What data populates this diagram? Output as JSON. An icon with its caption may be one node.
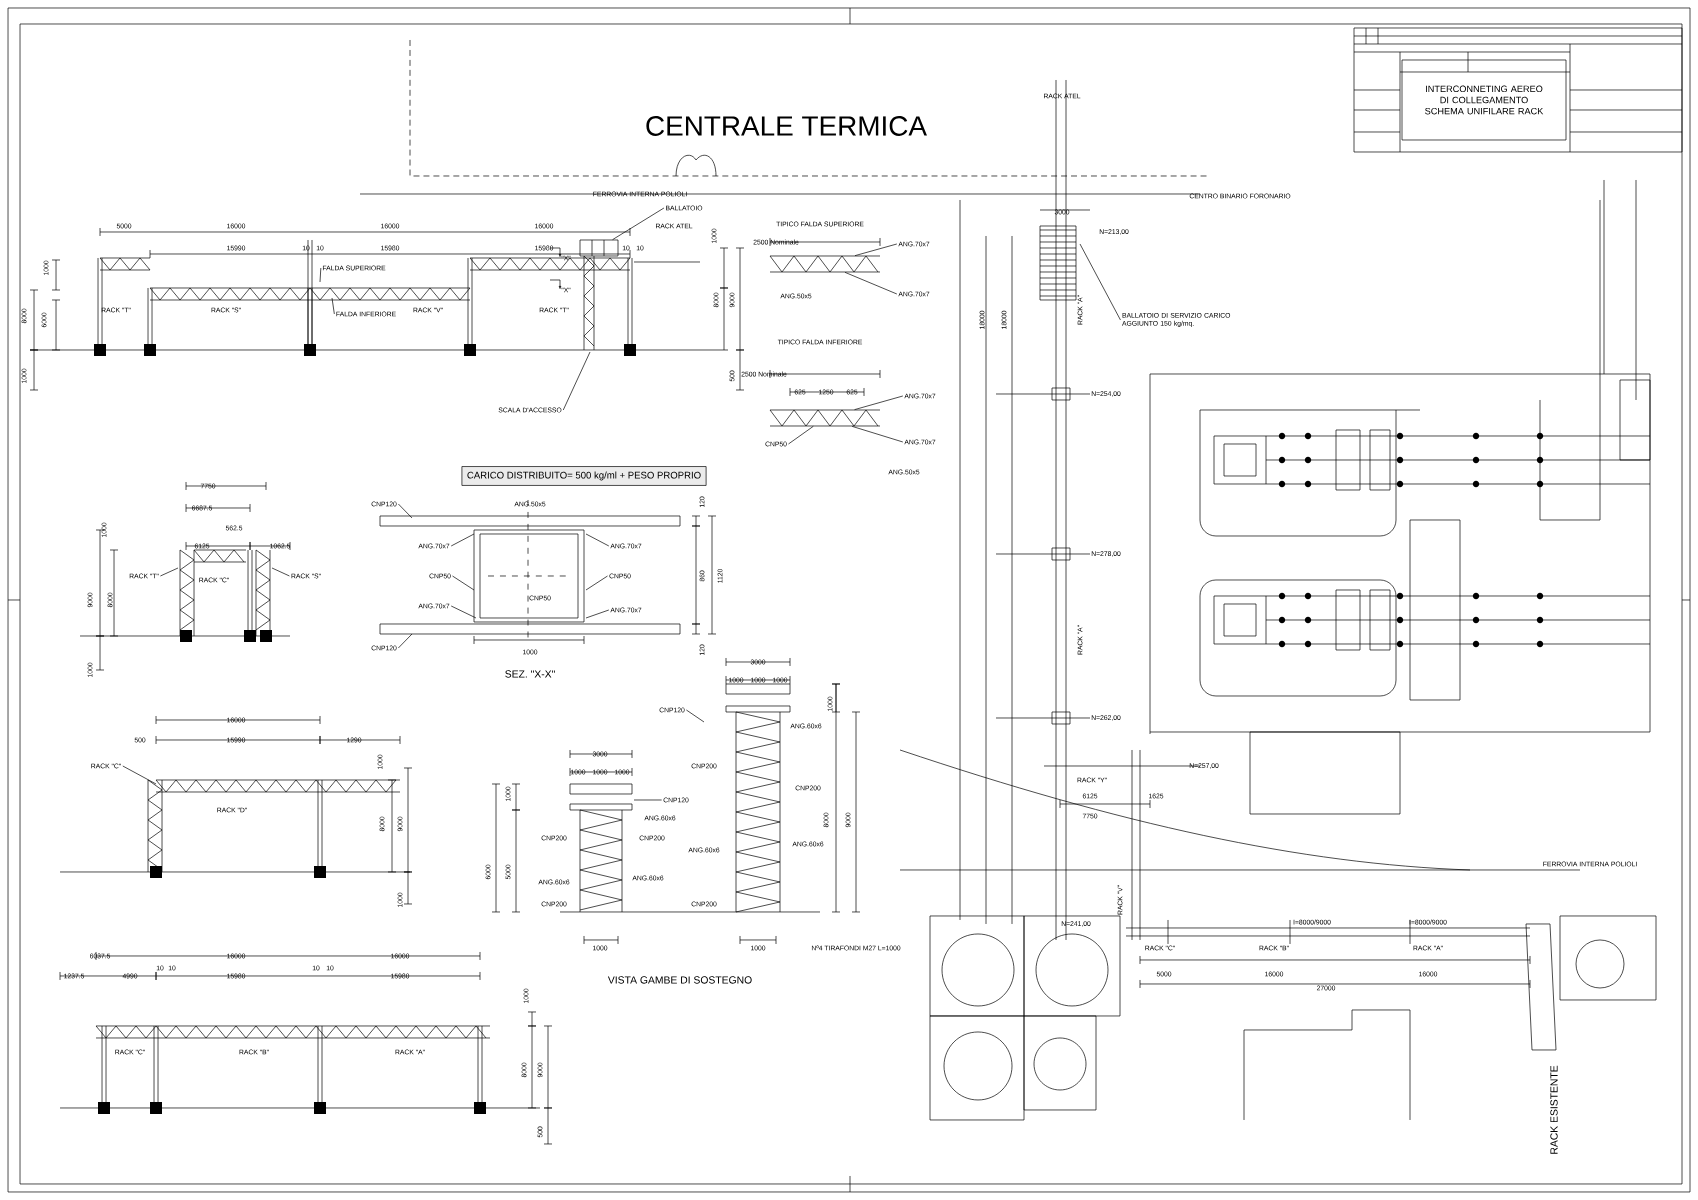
{
  "diagram": {
    "nodes": [
      {
        "text": [
          "INTERCONNETING AEREO DI COLLEGAMENTO SCHEMA UNIFILARE RACK"
        ]
      },
      {
        "text": [
          "CARICO DISTRIBUITO= 500 kg/ml + PESO PROPRIO"
        ]
      },
      {
        "text": [
          "FALDA SUPERIORE"
        ]
      },
      {
        "text": [
          "FALDA INFERIORE"
        ]
      },
      {
        "text": [
          "BALLATOIO"
        ]
      },
      {
        "text": [
          "SCALA D'ACCESSO"
        ]
      },
      {
        "text": [
          "BALLATOIO DI SERVIZIO CARICO AGGIUNTO 150 kg/mq."
        ]
      },
      {
        "text": [
          "RACK \"T\""
        ]
      },
      {
        "text": [
          "RACK \"S\""
        ]
      },
      {
        "text": [
          "RACK \"C\""
        ]
      },
      {
        "text": [
          "CNP120"
        ]
      },
      {
        "text": [
          "ANG.70x7"
        ]
      },
      {
        "text": [
          "ANG.70x7"
        ]
      },
      {
        "text": [
          "CNP50"
        ]
      },
      {
        "text": [
          "CNP50"
        ]
      },
      {
        "text": [
          "CNP120"
        ]
      },
      {
        "text": [
          "ANG.70x7"
        ]
      },
      {
        "text": [
          "ANG.70x7"
        ]
      },
      {
        "text": [
          "ANG.70x7"
        ]
      },
      {
        "text": [
          "ANG.70x7"
        ]
      },
      {
        "text": [
          "ANG.70x7"
        ]
      },
      {
        "text": [
          "ANG.70x7"
        ]
      },
      {
        "text": [
          "CNP50"
        ]
      },
      {
        "text": [
          "CNP120"
        ]
      },
      {
        "text": [
          "CNP120"
        ]
      },
      {
        "text": [],
        "shape": "picture"
      },
      {
        "text": [],
        "shape": "picture"
      },
      {
        "text": [],
        "shape": "picture"
      }
    ],
    "edges": [
      {
        "from": 2,
        "to": null,
        "arrow": "none"
      },
      {
        "from": 3,
        "to": null,
        "arrow": "none"
      },
      {
        "from": 4,
        "to": 27,
        "arrow": "none"
      },
      {
        "from": 5,
        "to": null,
        "arrow": "none"
      },
      {
        "from": 6,
        "to": null,
        "arrow": "none"
      },
      {
        "from": 7,
        "to": null,
        "arrow": "none"
      },
      {
        "from": 8,
        "to": null,
        "arrow": "none"
      },
      {
        "from": 9,
        "to": null,
        "arrow": "none"
      },
      {
        "from": 10,
        "to": null,
        "arrow": "none"
      },
      {
        "from": 11,
        "to": null,
        "arrow": "none"
      },
      {
        "from": 12,
        "to": null,
        "arrow": "none"
      },
      {
        "from": 13,
        "to": null,
        "arrow": "none"
      },
      {
        "from": 14,
        "to": null,
        "arrow": "none"
      },
      {
        "from": 15,
        "to": null,
        "arrow": "none"
      },
      {
        "from": 16,
        "to": null,
        "arrow": "none"
      },
      {
        "from": 17,
        "to": null,
        "arrow": "none"
      },
      {
        "from": 18,
        "to": 25,
        "arrow": "none"
      },
      {
        "from": 19,
        "to": 25,
        "arrow": "none"
      },
      {
        "from": 20,
        "to": 26,
        "arrow": "none"
      },
      {
        "from": 21,
        "to": 26,
        "arrow": "none"
      },
      {
        "from": 22,
        "to": 26,
        "arrow": "none"
      },
      {
        "from": 23,
        "to": null,
        "arrow": "none"
      },
      {
        "from": 24,
        "to": null,
        "arrow": "none"
      }
    ],
    "labels": [
      "CENTRALE TERMICA",
      "FERROVIA INTERNA POLIOLI",
      "CENTRO BINARIO FORONARIO",
      "5000",
      "16000",
      "16000",
      "16000",
      "RACK ATEL",
      "15990",
      "10",
      "10",
      "15980",
      "15980",
      "10",
      "10",
      "\"X\"",
      "\"X\"",
      "RACK \"T\"",
      "RACK \"S\"",
      "RACK \"V\"",
      "RACK \"T\"",
      "1000",
      "8000",
      "6000",
      "1000",
      "1000",
      "8000",
      "9000",
      "500",
      "TIPICO FALDA SUPERIORE",
      "2500 Nominale",
      "ANG.50x5",
      "TIPICO FALDA INFERIORE",
      "2500 Nominale",
      "625",
      "1250",
      "625",
      "ANG.50x5",
      "RACK ATEL",
      "3000",
      "N=213,00",
      "RACK \"A\"",
      "N=254,00",
      "18000",
      "18000",
      "N=278,00",
      "RACK \"A\"",
      "N=262,00",
      "N=257,00",
      "RACK \"Y\"",
      "6125",
      "1625",
      "7750",
      "FERROVIA INTERNA POLIOLI",
      "RACK \"V\"",
      "N=241,00",
      "I=8000/9000",
      "I=8000/9000",
      "RACK \"C\"",
      "RACK \"B\"",
      "RACK \"A\"",
      "5000",
      "16000",
      "16000",
      "27000",
      "RACK ESISTENTE",
      "7750",
      "6687.5",
      "562.5",
      "6125",
      "1062.5",
      "RACK \"C\"",
      "1000",
      "9000",
      "8000",
      "1000",
      "ANG.50x5",
      "CNP50",
      "1000",
      "SEZ. \"X-X\"",
      "120",
      "860",
      "1120",
      "120",
      "16000",
      "500",
      "15990",
      "1290",
      "1000",
      "RACK \"D\"",
      "8000",
      "9000",
      "1000",
      "6037.5",
      "16000",
      "16000",
      "1237.5",
      "4990",
      "10",
      "10",
      "15980",
      "10",
      "10",
      "15980",
      "RACK \"C\"",
      "RACK \"B\"",
      "RACK \"A\"",
      "1000",
      "8000",
      "9000",
      "500",
      "3000",
      "1000",
      "1000",
      "1000",
      "3000",
      "1000",
      "1000",
      "1000",
      "ANG.60x6",
      "CNP200",
      "CNP200",
      "ANG.60x6",
      "ANG.60x6",
      "CNP200",
      "ANG.60x6",
      "CNP200",
      "CNP200",
      "ANG.60x6",
      "ANG.60x6",
      "CNP200",
      "1000",
      "1000",
      "Nº4 TIRAFONDI M27 L=1000",
      "VISTA GAMBE DI SOSTEGNO",
      "6000",
      "5000",
      "1000",
      "8000",
      "9000",
      "1000"
    ]
  }
}
